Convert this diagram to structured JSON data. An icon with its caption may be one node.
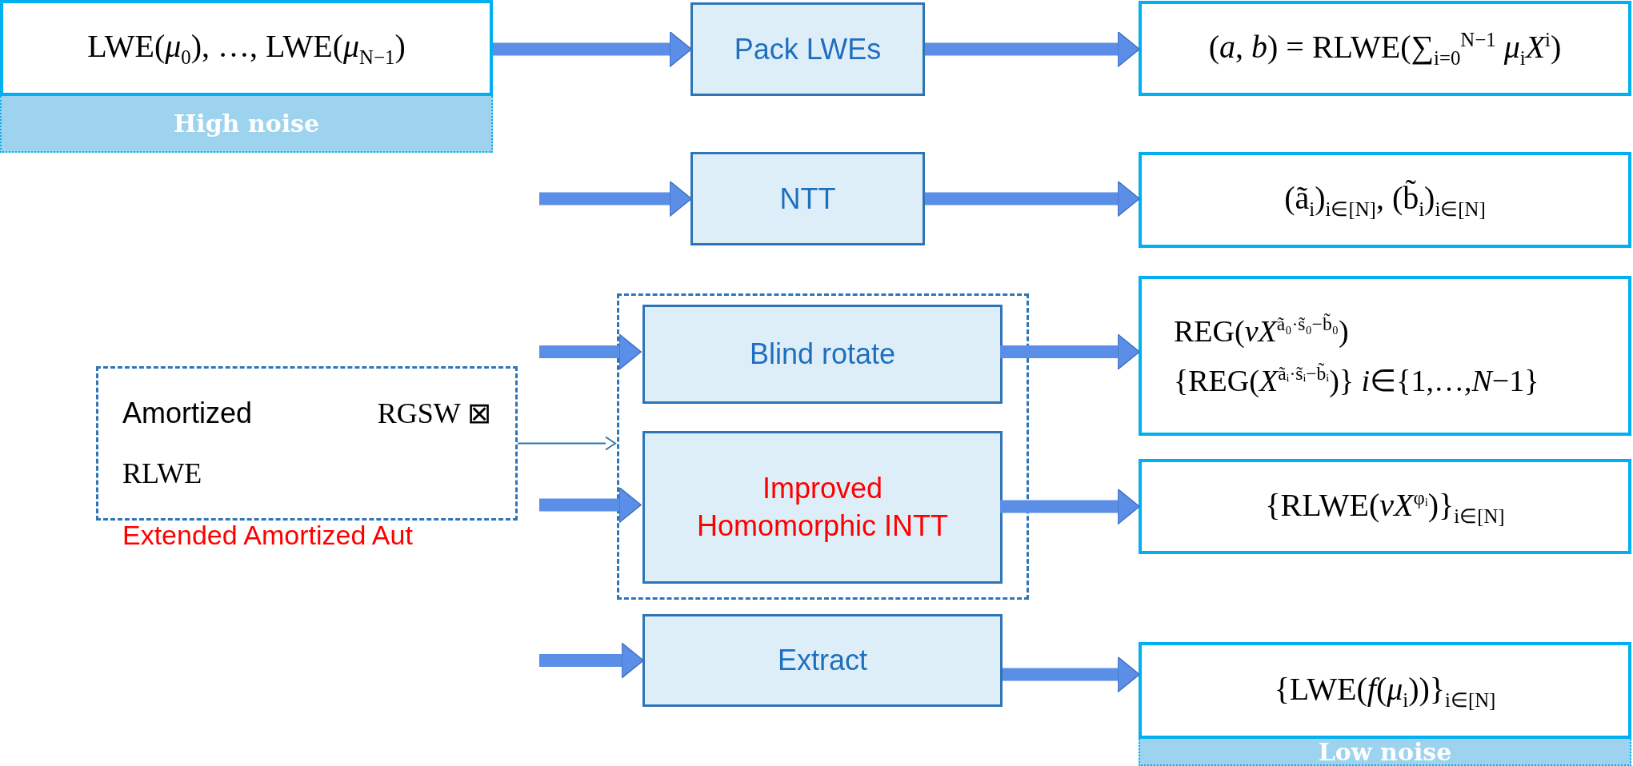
{
  "diagram": {
    "nodes": [
      {
        "text": [
          "LWE(*μ*$_{0}$), …, LWE(*μ*$_{N−1}$)"
        ]
      },
      {
        "text": [
          "High noise"
        ]
      },
      {
        "text": [
          "Pack LWEs"
        ]
      },
      {
        "text": [
          "(*a*, *b*) = RLWE(∑$_{i=0}$$^{N−1}$ *μ*$_{i}$*X*$^{i}$)"
        ]
      },
      {
        "text": [
          "NTT"
        ]
      },
      {
        "text": [
          "(ã$_{i}$)$_{i∈[N]}$, (b̃$_{i}$)$_{i∈[N]}$"
        ]
      },
      {
        "text": [],
        "shape": "box"
      },
      {
        "text": [
          "Blind rotate"
        ],
        "in": 6
      },
      {
        "text": [
          "REG(*vX*$^{ã₀·s̃₀−b̃₀}$)",
          "{REG(*X*$^{ãᵢ·s̃ᵢ−b̃ᵢ}$)} *i*∈{1,…,*N*−1}"
        ]
      },
      {
        "text": [
          "Amortized",
          "RGSW ⊠",
          "RLWE"
        ],
        "beside": [
          "Extended Amortized Aut"
        ]
      },
      {
        "text": [
          "Improved Homomorphic INTT"
        ],
        "in": 6
      },
      {
        "text": [
          "{RLWE(*vX*$^{φᵢ}$)}$_{i∈[N]}$"
        ]
      },
      {
        "text": [
          "Extract"
        ]
      },
      {
        "text": [
          "{LWE(*f*(*μ*$_{i}$))}$_{i∈[N]}$"
        ]
      },
      {
        "text": [
          "Low noise"
        ]
      }
    ],
    "edges": [
      {
        "from": 0,
        "to": 2,
        "arrow": "to"
      },
      {
        "from": 2,
        "to": 3,
        "arrow": "to"
      },
      {
        "from": null,
        "to": 4,
        "arrow": "to"
      },
      {
        "from": 4,
        "to": 5,
        "arrow": "to"
      },
      {
        "from": null,
        "to": 7,
        "arrow": "to"
      },
      {
        "from": 7,
        "to": 8,
        "arrow": "to"
      },
      {
        "from": 9,
        "to": 6,
        "arrow": "to",
        "color": "#2e75b6"
      },
      {
        "from": null,
        "to": 10,
        "arrow": "to"
      },
      {
        "from": 10,
        "to": 11,
        "arrow": "to"
      },
      {
        "from": null,
        "to": 12,
        "arrow": "to"
      },
      {
        "from": 12,
        "to": 13,
        "arrow": "to"
      }
    ]
  }
}
